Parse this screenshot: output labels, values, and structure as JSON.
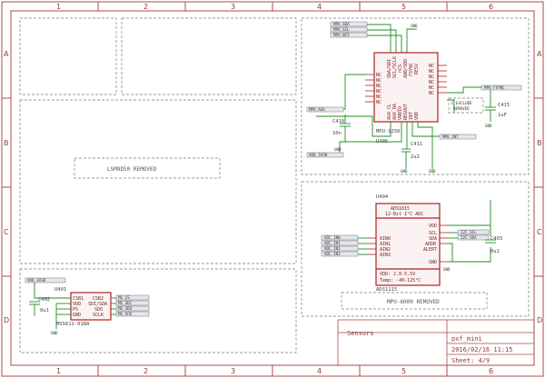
{
  "grid": {
    "columns": [
      "1",
      "2",
      "3",
      "4",
      "5",
      "6"
    ],
    "rows": [
      "A",
      "B",
      "C",
      "D"
    ]
  },
  "title_block": {
    "sheet_name": "Sensors",
    "project": "pxf_mini",
    "date": "2016/02/16 11:15",
    "sheet": "Sheet: 4/9"
  },
  "removed_notes": {
    "lsm": "LSM9DS0 REMOVED",
    "mpu6000": "MPU-6000 REMOVED",
    "c_exclude": "C EXCLUDE",
    "removed": "REMOVED"
  },
  "mpu9250": {
    "ref": "U405",
    "value": "MPU-9250",
    "pins_left": [
      "NC",
      "NC",
      "NC",
      "NC",
      "NC",
      "NC"
    ],
    "pins_right": [
      "NC",
      "NC",
      "NC",
      "NC",
      "NC",
      "NC"
    ],
    "pins_top": [
      "SDA/SDI",
      "SCL/SCLK",
      "nCS",
      "AD0/SDO",
      "FSYNC",
      "RESV"
    ],
    "pins_bottom": [
      "AUX_CL",
      "AUX_DA",
      "VDDIO",
      "REGOUT",
      "INT",
      "VDD"
    ],
    "top_labels": [
      "MPU_SDA",
      "MPU_SCL",
      "MPU_NCS"
    ],
    "cap_c410": "C410",
    "cap_c410_val": "10n",
    "cap_c411": "C411",
    "cap_c411_val": "2u2",
    "cap_c415": "C415",
    "cap_c415_val": "1uF",
    "net_int": "MPU_INT",
    "net_vdd": "VDD_3V3B",
    "net_aux": "MPU_AUX",
    "net_fsync": "MPU_FSYNC",
    "gnd": "GND"
  },
  "ads1015": {
    "ref": "U404",
    "title1": "ADS1015",
    "title2": "12-Bit I²C ADC",
    "value": "ADS1115",
    "pins_left": [
      "AIN0",
      "AIN1",
      "AIN2",
      "AIN3"
    ],
    "pins_right_top": [
      "VDD"
    ],
    "pins_right": [
      "SCL",
      "SDA",
      "ADDR",
      "ALERT"
    ],
    "pins_right_bottom": [
      "GND"
    ],
    "spec1": "VDD:    2.0-5.5V",
    "spec2": "Temp:  -40-125°C",
    "cap": "C403",
    "cap_val": "0u1",
    "nets_left": [
      "ADC_IN0",
      "ADC_IN1",
      "ADC_IN2",
      "ADC_IN3"
    ],
    "nets_right": [
      "I2C_SCL",
      "I2C_SDA"
    ],
    "gnd": "GND"
  },
  "ms5611": {
    "ref": "U401",
    "value": "MS5611-01BA",
    "pins_left": [
      "CSB1",
      "VDD",
      "PS",
      "GND"
    ],
    "pins_right": [
      "CSB2",
      "SDI/SDA",
      "SDO",
      "SCLK"
    ],
    "cap": "C402",
    "cap_val": "0u1",
    "net_vdd": "VDD_3V3B",
    "nets_right": [
      "MS_CS",
      "MS_SDI",
      "MS_SDO",
      "MS_SCK"
    ],
    "gnd": "GND"
  }
}
